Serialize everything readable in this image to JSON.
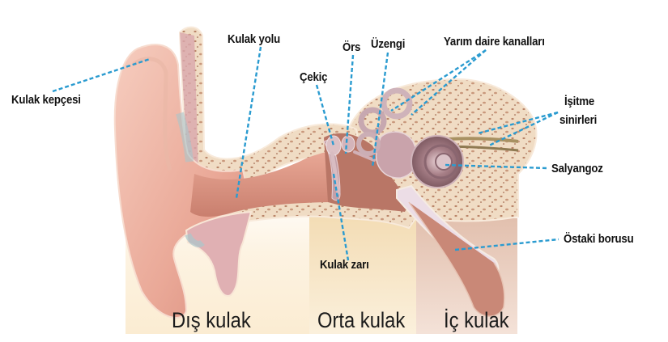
{
  "diagram": {
    "subject": "Kulak anatomisi",
    "leader_color": "#2a9bd0",
    "labels": [
      {
        "id": "kulak_kepcesi",
        "text": "Kulak kepçesi"
      },
      {
        "id": "kulak_yolu",
        "text": "Kulak yolu"
      },
      {
        "id": "cekic",
        "text": "Çekiç"
      },
      {
        "id": "ors",
        "text": "Örs"
      },
      {
        "id": "uzengi",
        "text": "Üzengi"
      },
      {
        "id": "yarim_daire",
        "text": "Yarım daire kanalları"
      },
      {
        "id": "isitme_1",
        "text": "İşitme"
      },
      {
        "id": "isitme_2",
        "text": "sinirleri"
      },
      {
        "id": "salyangoz",
        "text": "Salyangoz"
      },
      {
        "id": "ostaki",
        "text": "Östaki borusu"
      },
      {
        "id": "kulak_zari",
        "text": "Kulak zarı"
      }
    ],
    "regions": [
      {
        "id": "dis",
        "text": "Dış kulak",
        "bg": "#fbeed6"
      },
      {
        "id": "orta",
        "text": "Orta kulak",
        "bg": "#f6e2bf"
      },
      {
        "id": "ic",
        "text": "İç kulak",
        "bg": "#ecd0c2"
      }
    ]
  }
}
